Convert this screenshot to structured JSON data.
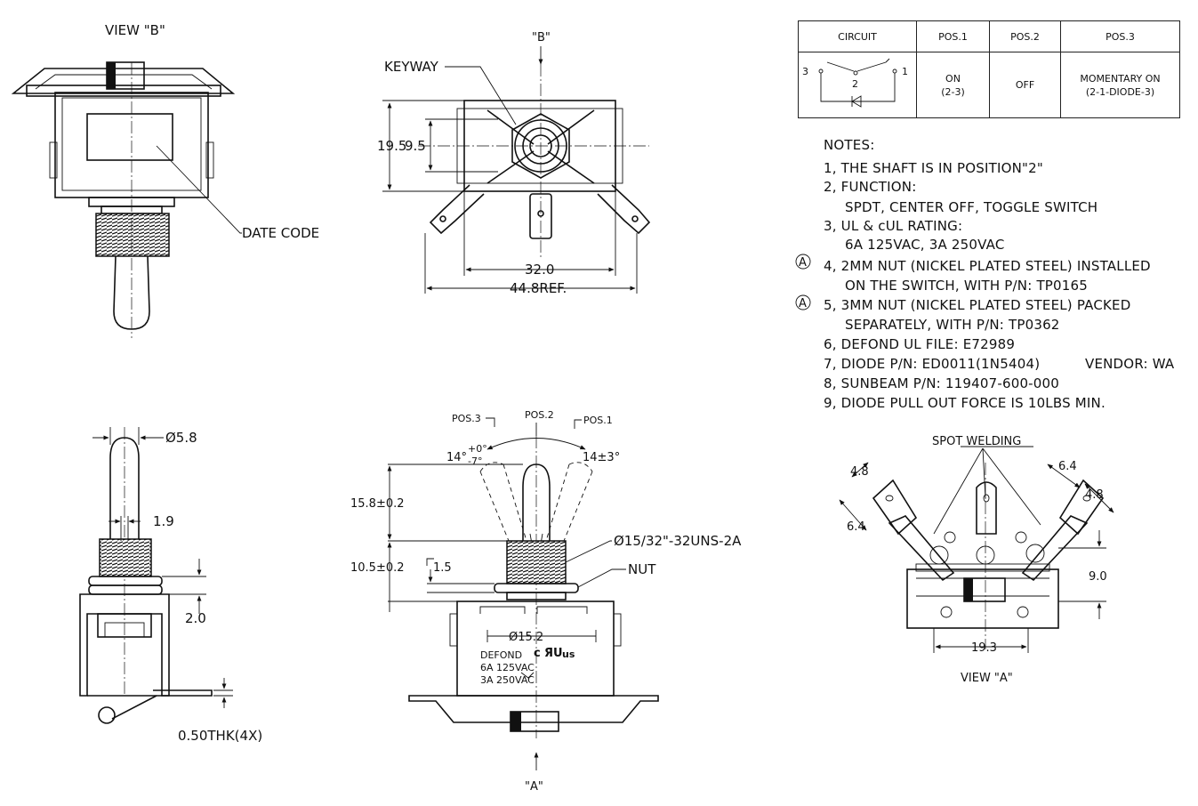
{
  "views": {
    "view_b": "VIEW \"B\"",
    "view_a": "VIEW \"A\"",
    "arrow_b": "\"B\"",
    "arrow_a": "\"A\""
  },
  "labels": {
    "date_code": "DATE CODE",
    "keyway": "KEYWAY",
    "thread": "Ø15/32\"-32UNS-2A",
    "nut": "NUT",
    "spot_welding": "SPOT WELDING",
    "pos3": "POS.3",
    "pos2": "POS.2",
    "pos1": "POS.1",
    "defond": "DEFOND",
    "ul_mark": "c",
    "ul_mark_us": "us",
    "rating1": "6A 125VAC",
    "rating2": "3A 250VAC"
  },
  "dimensions": {
    "d19_5": "19.5",
    "d9_5": "9.5",
    "d32_0": "32.0",
    "d44_8": "44.8REF.",
    "d5_8": "Ø5.8",
    "d1_9": "1.9",
    "d2_0": "2.0",
    "d0_50": "0.50THK(4X)",
    "angle_left_main": "14°",
    "angle_left_tol_top": "+0°",
    "angle_left_tol_bot": "-7°",
    "angle_right": "14±3°",
    "d15_8": "15.8±0.2",
    "d10_5": "10.5±0.2",
    "d1_5": "1.5",
    "d15_2": "Ø15.2",
    "d4_8_left": "4.8",
    "d6_4_left": "6.4",
    "d6_4_right": "6.4",
    "d4_8_right": "4.8",
    "d9_0": "9.0",
    "d19_3": "19.3"
  },
  "table": {
    "headers": [
      "CIRCUIT",
      "POS.1",
      "POS.2",
      "POS.3"
    ],
    "circuit_terminals": [
      "3",
      "2",
      "1"
    ],
    "pos1": [
      "ON",
      "(2-3)"
    ],
    "pos2": "OFF",
    "pos3": [
      "MOMENTARY ON",
      "(2-1-DIODE-3)"
    ]
  },
  "notes": {
    "title": "NOTES:",
    "items": [
      "1, THE SHAFT IS IN POSITION\"2\"",
      "2, FUNCTION:",
      "SPDT, CENTER OFF, TOGGLE SWITCH",
      "3, UL & cUL RATING:",
      "6A 125VAC, 3A 250VAC",
      "4, 2MM NUT (NICKEL PLATED STEEL) INSTALLED",
      "ON THE SWITCH, WITH P/N: TP0165",
      "5, 3MM NUT (NICKEL PLATED STEEL) PACKED",
      "SEPARATELY, WITH P/N: TP0362",
      "6, DEFOND UL FILE: E72989",
      "7, DIODE P/N: ED0011(1N5404)",
      "VENDOR: WA",
      "8, SUNBEAM P/N: 119407-600-000",
      "9, DIODE PULL OUT FORCE IS 10LBS MIN."
    ],
    "revision_mark": "A"
  }
}
